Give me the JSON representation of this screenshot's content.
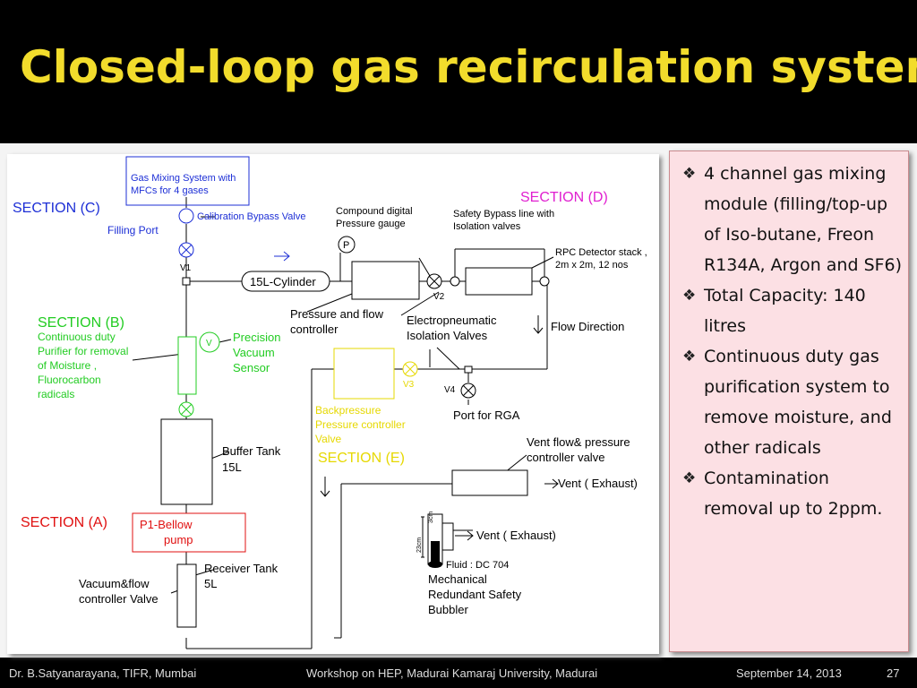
{
  "slide": {
    "title": "Closed-loop gas recirculation system",
    "bullets": [
      "4 channel gas mixing module (filling/top-up of Iso-butane, Freon R134A, Argon and SF6)",
      " Total Capacity: 140 litres",
      "Continuous duty gas purification system to remove moisture, and other radicals",
      "Contamination removal up to 2ppm."
    ],
    "bullet_glyph": "❖",
    "footer": {
      "author": "Dr. B.Satyanarayana, TIFR, Mumbai",
      "event": "Workshop on HEP, Madurai Kamaraj University, Madurai",
      "date": "September 14, 2013",
      "page": "27"
    }
  },
  "diagram": {
    "gas_mixing": "Gas Mixing System with MFCs for 4 gases",
    "gas_mixing_l1": "Gas Mixing System with",
    "gas_mixing_l2": "MFCs for 4 gases",
    "calibration_valve": "Calibration Bypass Valve",
    "filling_port": "Filling Port",
    "section_a": "SECTION  (A)",
    "section_b": "SECTION  (B)",
    "section_c": "SECTION  (C)",
    "section_d": "SECTION  (D)",
    "section_e": "SECTION  (E)",
    "compound_gauge_l1": "Compound digital",
    "compound_gauge_l2": "Pressure  gauge",
    "safety_bypass_l1": "Safety Bypass line with",
    "safety_bypass_l2": "Isolation valves",
    "rpc_l1": "RPC Detector  stack ,",
    "rpc_l2": "2m x 2m, 12 nos",
    "cylinder": "15L-Cylinder",
    "pressure_flow_l1": "Pressure and flow",
    "pressure_flow_l2": "controller",
    "electro_l1": "Electropneumatic",
    "electro_l2": "Isolation Valves",
    "flow_direction": "Flow Direction",
    "purifier_l1": "Continuous duty",
    "purifier_l2": "Purifier for removal",
    "purifier_l3": "of  Moisture ,",
    "purifier_l4": "Fluorocarbon",
    "purifier_l5": "radicals",
    "vac_sensor_l1": "Precision",
    "vac_sensor_l2": "Vacuum",
    "vac_sensor_l3": "Sensor",
    "backpressure_l1": "Backpressure",
    "backpressure_l2": "Pressure controller",
    "backpressure_l3": "Valve",
    "port_rga": "Port for RGA",
    "buffer_l1": "Buffer Tank",
    "buffer_l2": "15L",
    "vent_flow_l1": "Vent flow& pressure",
    "vent_flow_l2": "controller valve",
    "vent1": "Vent ( Exhaust)",
    "vent2": "Vent ( Exhaust)",
    "pump_l1": "P1-Bellow",
    "pump_l2": "pump",
    "receiver_l1": "Receiver Tank",
    "receiver_l2": "5L",
    "vacflow_l1": "Vacuum&flow",
    "vacflow_l2": "controller Valve",
    "fluid": "Fluid : DC 704",
    "bubbler_l1": "Mechanical",
    "bubbler_l2": "Redundant Safety",
    "bubbler_l3": "Bubbler",
    "v1": "V1",
    "v2": "V2",
    "v3": "V3",
    "v4": "V4",
    "p": "P",
    "v": "V",
    "dim1": "3cm",
    "dim2": "23cm"
  },
  "colors": {
    "title": "#f2dc2c",
    "section_blue": "#1d2fd6",
    "section_magenta": "#e020d0",
    "section_red": "#e01010",
    "section_yellow": "#e6d800",
    "green": "#22cc22",
    "panel_pink": "#fce0e4"
  }
}
